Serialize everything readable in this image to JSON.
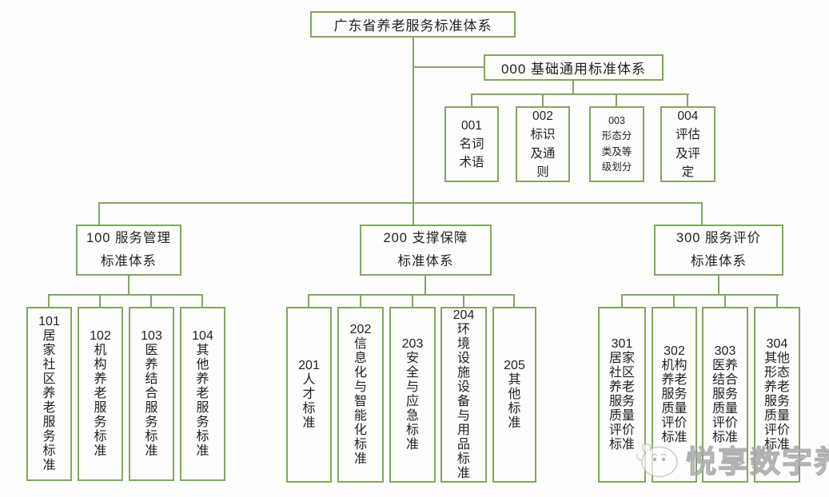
{
  "diagram": {
    "title": "广东省养老服务标准体系",
    "root_label": "广东省养老服务标准体系",
    "base_branch": {
      "label": "000 基础通用标准体系",
      "children": [
        {
          "label": "001\n名词\n术语"
        },
        {
          "label": "002\n标识\n及通\n则"
        },
        {
          "label": "003\n形态分\n类及等\n级划分"
        },
        {
          "label": "004\n评估\n及评\n定"
        }
      ]
    },
    "branches": [
      {
        "label": "100 服务管理\n标准体系",
        "children": [
          {
            "label": "101\n居\n家\n社\n区\n养\n老\n服\n务\n标\n准"
          },
          {
            "label": "102\n机\n构\n养\n老\n服\n务\n标\n准"
          },
          {
            "label": "103\n医\n养\n结\n合\n服\n务\n标\n准"
          },
          {
            "label": "104\n其\n他\n养\n老\n服\n务\n标\n准"
          }
        ]
      },
      {
        "label": "200 支撑保障\n标准体系",
        "children": [
          {
            "label": "201\n人\n才\n标\n准"
          },
          {
            "label": "202\n信\n息\n化\n与\n智\n能\n化\n标\n准"
          },
          {
            "label": "203\n安\n全\n与\n应\n急\n标\n准"
          },
          {
            "label": "204\n环\n境\n设\n施\n设\n备\n与\n用\n品\n标\n准"
          },
          {
            "label": "205\n其\n他\n标\n准"
          }
        ]
      },
      {
        "label": "300 服务评价\n标准体系",
        "children": [
          {
            "label": "301\n居家\n社区\n养老\n服务\n质量\n评价\n标准"
          },
          {
            "label": "302\n机构\n养老\n服务\n质量\n评价\n标准"
          },
          {
            "label": "303\n医养\n结合\n服务\n质量\n评价\n标准"
          },
          {
            "label": "304\n其他\n形态\n养老\n服务\n质量\n评价\n标准"
          }
        ]
      }
    ],
    "colors": {
      "line_green": "#82a75f",
      "text": "#1f1f1f",
      "background": "#fdfdfd"
    },
    "watermark": {
      "text": "悦享数字养老",
      "logo": "mascot-logo"
    }
  }
}
